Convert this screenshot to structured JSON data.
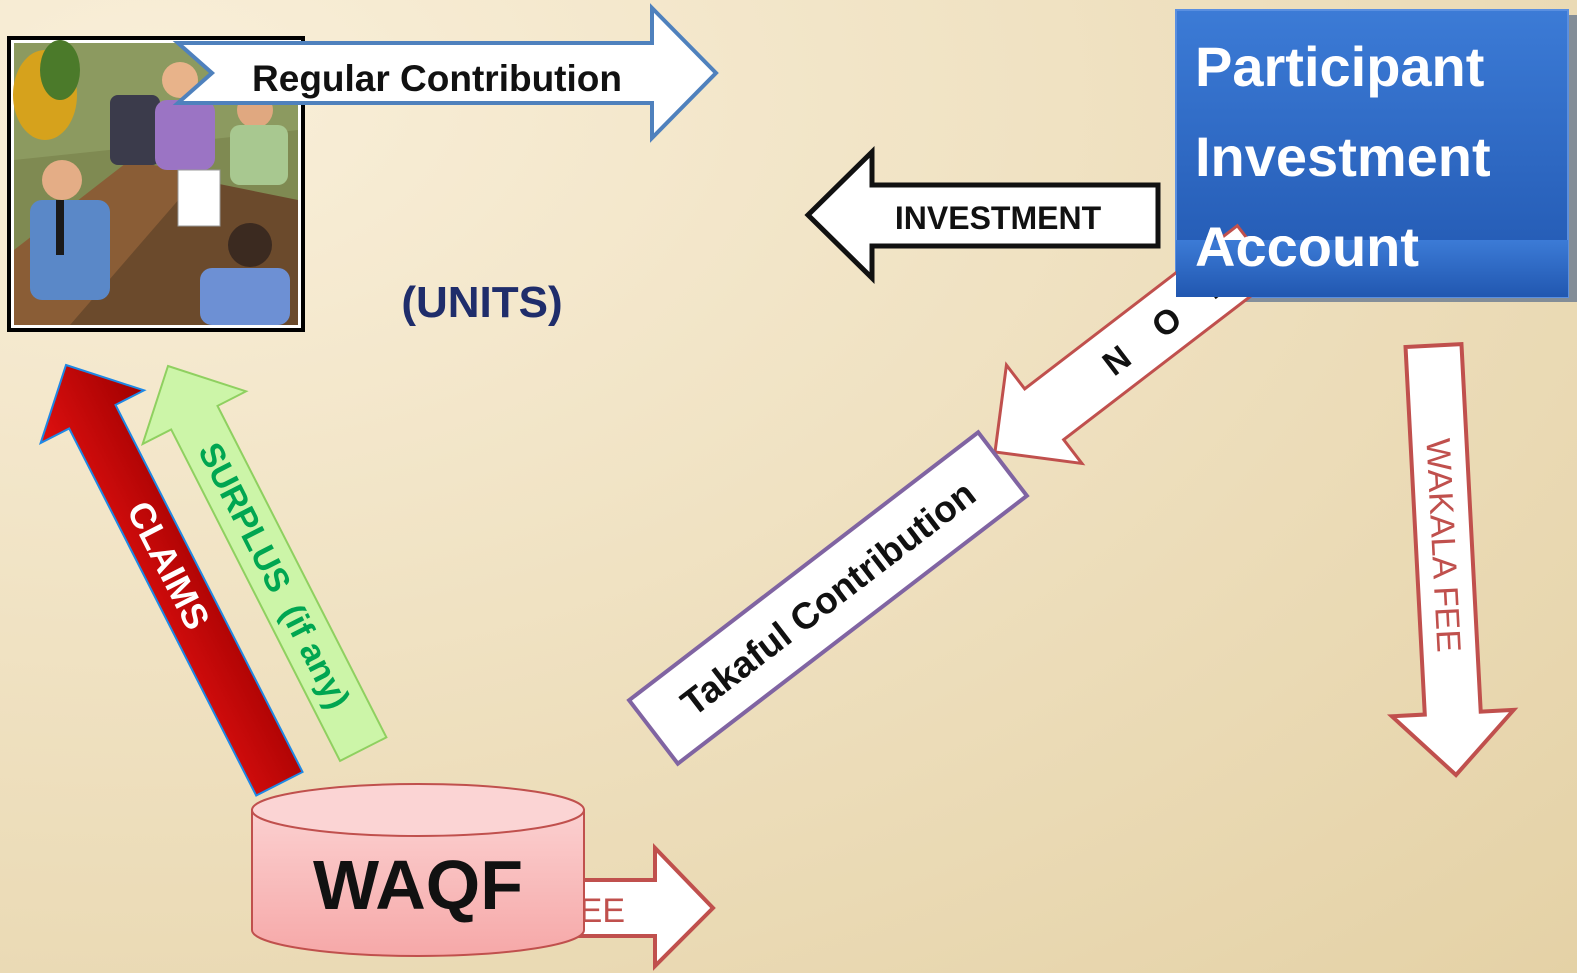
{
  "labels": {
    "regular_contribution": "Regular Contribution",
    "investment": "INVESTMENT",
    "units": "(UNITS)",
    "pia_line1": "Participant",
    "pia_line2": "Investment",
    "pia_line3": "Account",
    "nominal_fragment": "N O I –",
    "takaful_contribution": "Takaful Contribution",
    "wakala_fee": "WAKALA FEE",
    "claims": "CLAIMS",
    "surplus": "SURPLUS  (if any)",
    "waqf": "WAQF",
    "fee_fragment": "EE"
  },
  "colors": {
    "background_light": "#f6ebd4",
    "background_dark": "#e6d5ad",
    "pia_box": "#2b67c4",
    "regular_arrow_stroke": "#4f81bd",
    "investment_arrow_stroke": "#111111",
    "takaful_box_stroke": "#8064a2",
    "wakala_arrow_stroke": "#c0504d",
    "claims_arrow": "#cc0000",
    "surplus_arrow": "#ccf5a8",
    "surplus_text": "#00a651",
    "waqf_cylinder": "#f9b8b8",
    "units_text": "#1f2d6b",
    "wakala_text": "#c0504d"
  },
  "icons": {
    "meeting_clipart": "office-meeting-illustration"
  }
}
